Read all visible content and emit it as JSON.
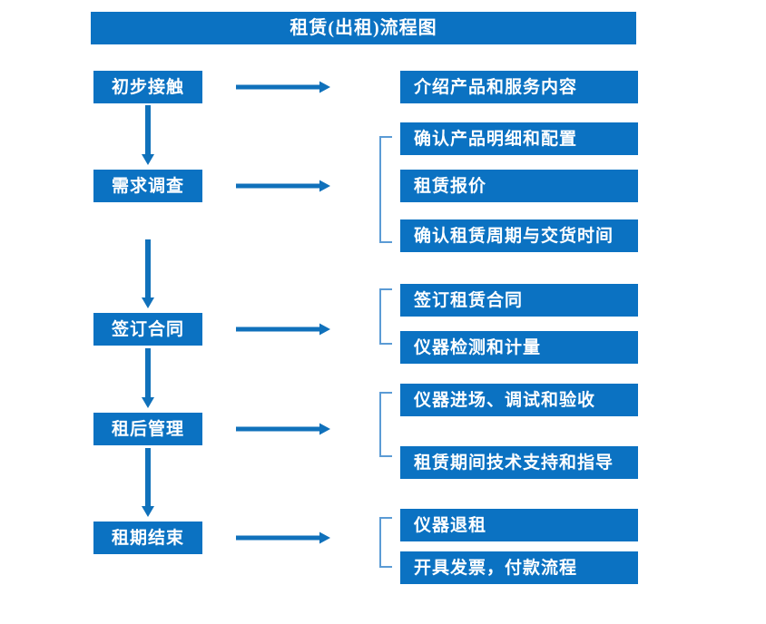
{
  "title": "租赁(出租)流程图",
  "colors": {
    "box_fill": "#0b72c2",
    "box_text": "#ffffff",
    "arrow": "#1071bb",
    "bracket": "#5b9bd5"
  },
  "stages": [
    {
      "label": "初步接触"
    },
    {
      "label": "需求调查"
    },
    {
      "label": "签订合同"
    },
    {
      "label": "租后管理"
    },
    {
      "label": "租期结束"
    }
  ],
  "details": [
    {
      "label": "介绍产品和服务内容"
    },
    {
      "label": "确认产品明细和配置"
    },
    {
      "label": "租赁报价"
    },
    {
      "label": "确认租赁周期与交货时间"
    },
    {
      "label": "签订租赁合同"
    },
    {
      "label": "仪器检测和计量"
    },
    {
      "label": "仪器进场、调试和验收"
    },
    {
      "label": "租赁期间技术支持和指导"
    },
    {
      "label": "仪器退租"
    },
    {
      "label": "开具发票，付款流程"
    }
  ],
  "connectors": {
    "horizontal_arrow_count": 5,
    "vertical_arrow_count": 4,
    "bracket_count": 4
  }
}
